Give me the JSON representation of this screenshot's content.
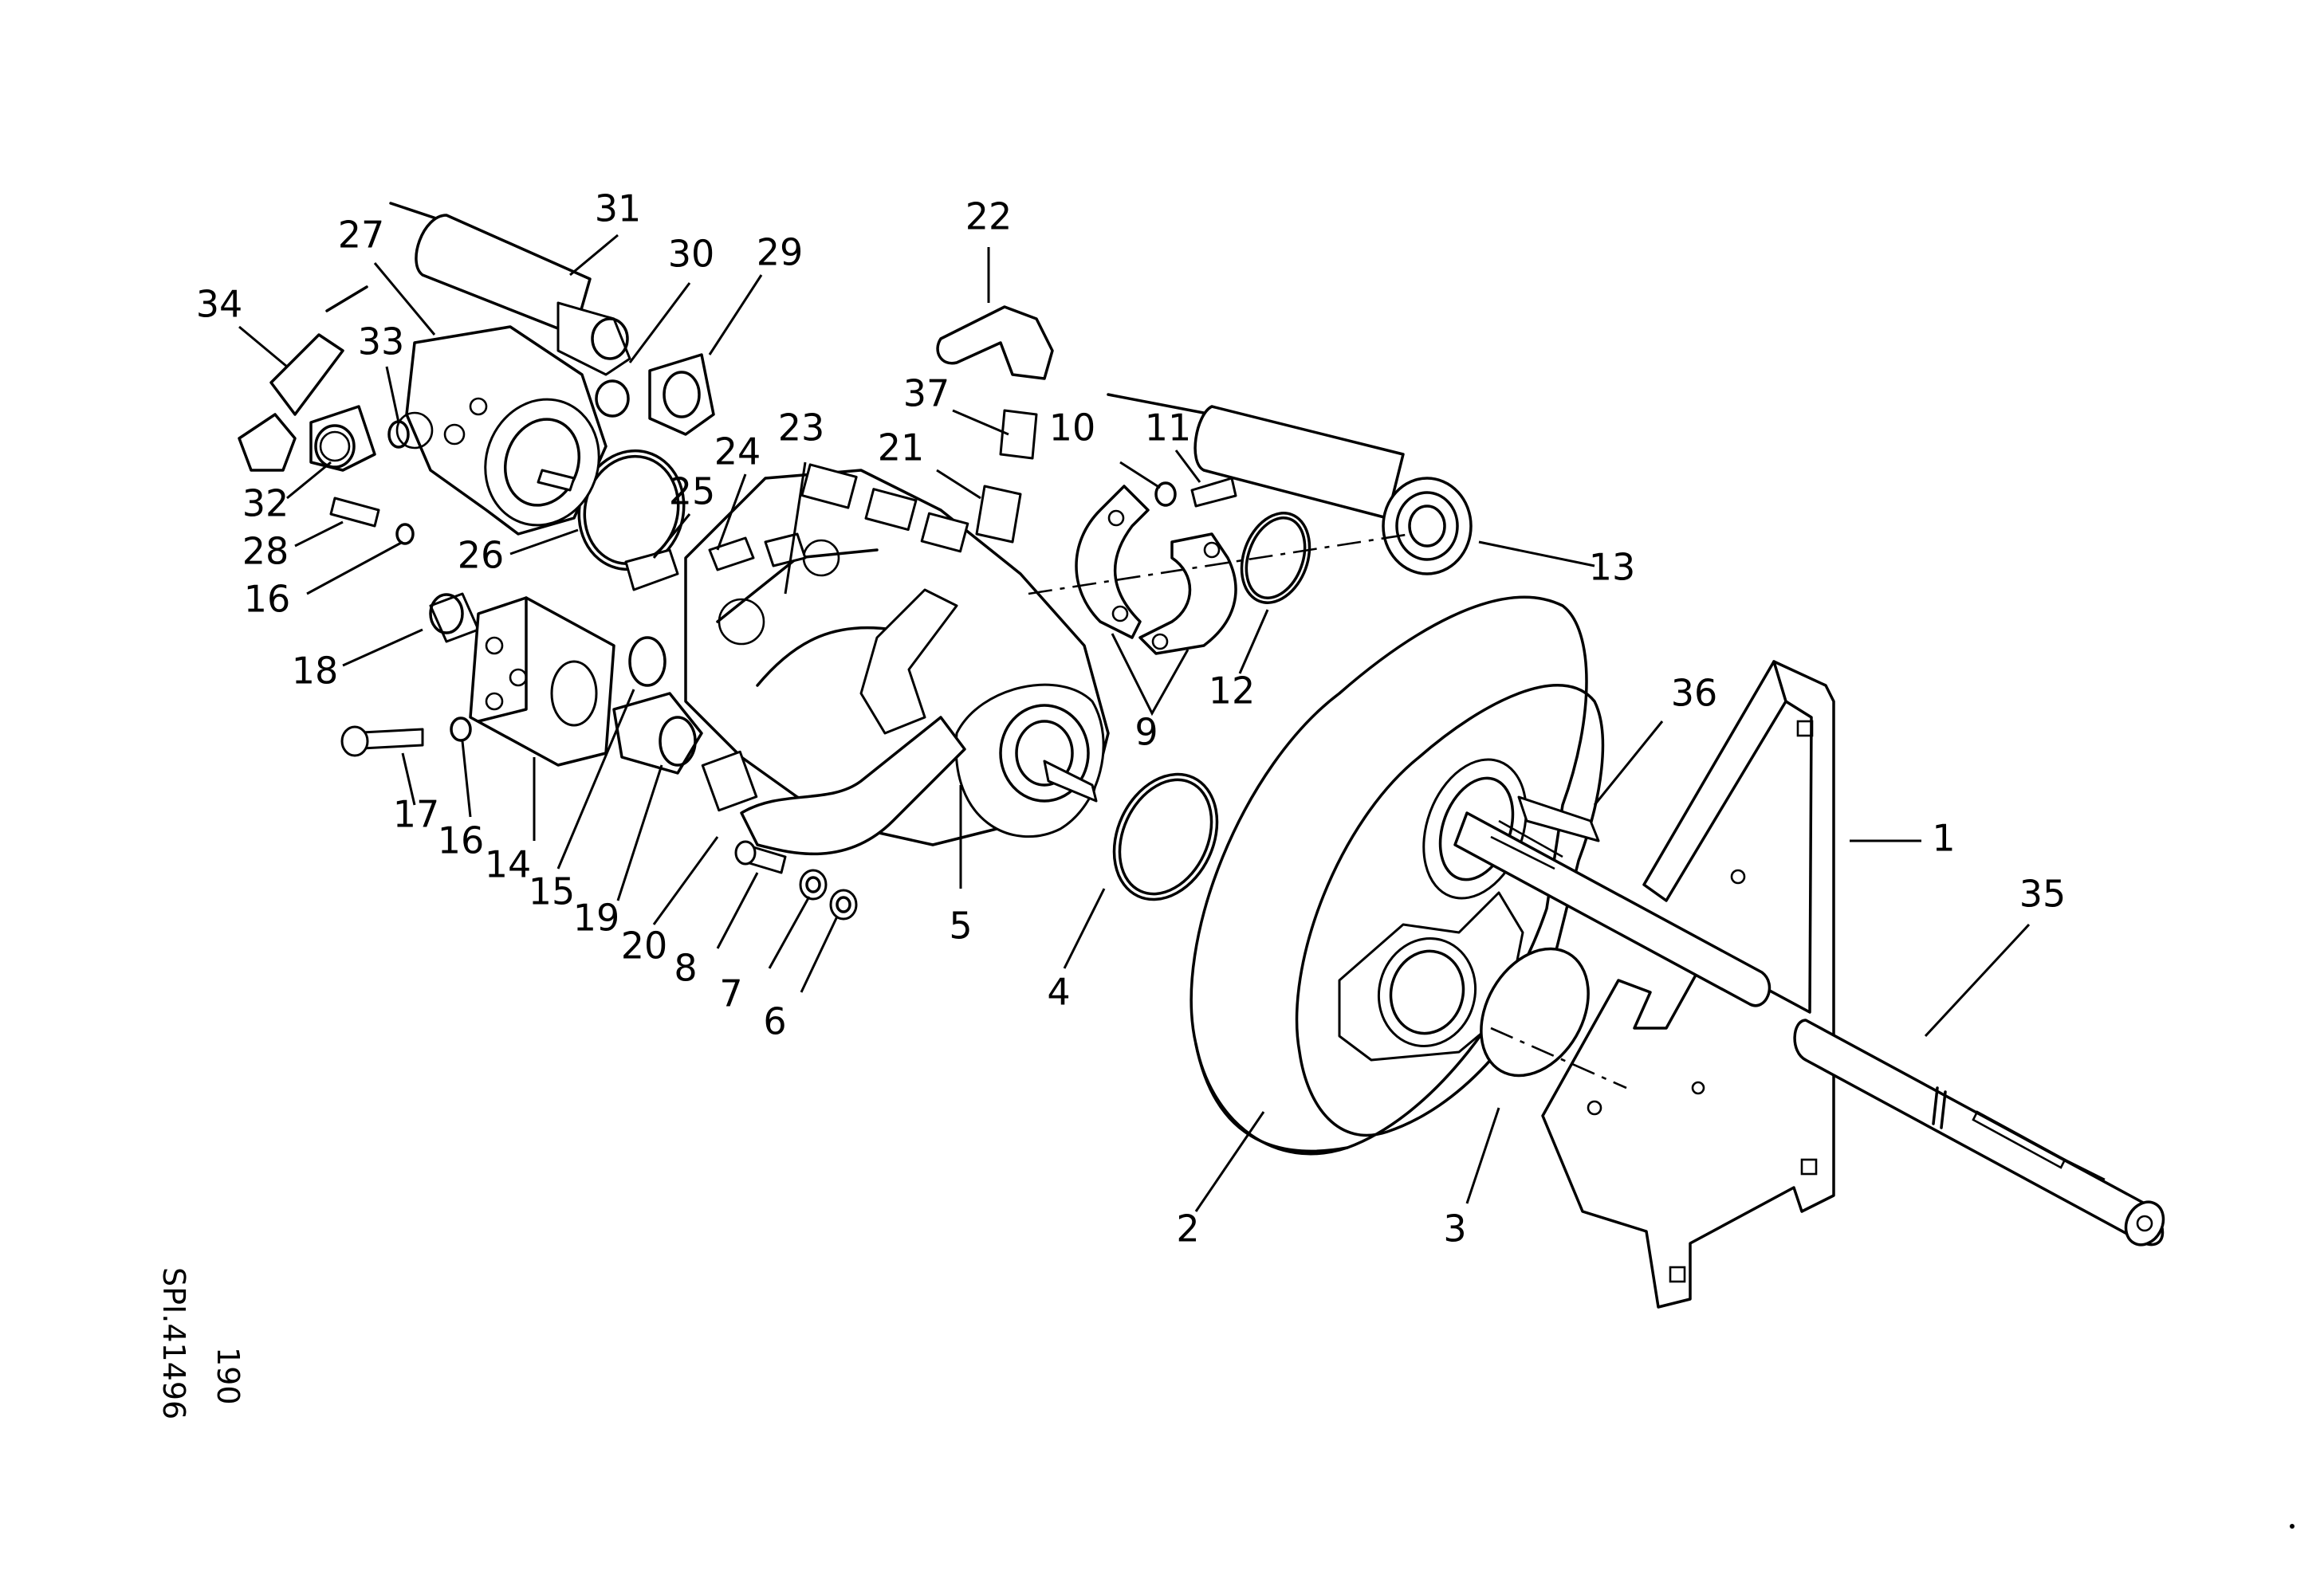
{
  "drawing": {
    "reference_code": "SPI.41496",
    "page_number": "190"
  },
  "callouts": [
    {
      "id": "1",
      "text": "1"
    },
    {
      "id": "2",
      "text": "2"
    },
    {
      "id": "3",
      "text": "3"
    },
    {
      "id": "4",
      "text": "4"
    },
    {
      "id": "5",
      "text": "5"
    },
    {
      "id": "6",
      "text": "6"
    },
    {
      "id": "7",
      "text": "7"
    },
    {
      "id": "8",
      "text": "8"
    },
    {
      "id": "9",
      "text": "9"
    },
    {
      "id": "10",
      "text": "10"
    },
    {
      "id": "11",
      "text": "11"
    },
    {
      "id": "12",
      "text": "12"
    },
    {
      "id": "13",
      "text": "13"
    },
    {
      "id": "14",
      "text": "14"
    },
    {
      "id": "15",
      "text": "15"
    },
    {
      "id": "16a",
      "text": "16"
    },
    {
      "id": "16b",
      "text": "16"
    },
    {
      "id": "17",
      "text": "17"
    },
    {
      "id": "18",
      "text": "18"
    },
    {
      "id": "19",
      "text": "19"
    },
    {
      "id": "20",
      "text": "20"
    },
    {
      "id": "21",
      "text": "21"
    },
    {
      "id": "22",
      "text": "22"
    },
    {
      "id": "23",
      "text": "23"
    },
    {
      "id": "24",
      "text": "24"
    },
    {
      "id": "25",
      "text": "25"
    },
    {
      "id": "26",
      "text": "26"
    },
    {
      "id": "27",
      "text": "27"
    },
    {
      "id": "28",
      "text": "28"
    },
    {
      "id": "29",
      "text": "29"
    },
    {
      "id": "30",
      "text": "30"
    },
    {
      "id": "31",
      "text": "31"
    },
    {
      "id": "32",
      "text": "32"
    },
    {
      "id": "33",
      "text": "33"
    },
    {
      "id": "34",
      "text": "34"
    },
    {
      "id": "35",
      "text": "35"
    },
    {
      "id": "36",
      "text": "36"
    },
    {
      "id": "37",
      "text": "37"
    }
  ]
}
